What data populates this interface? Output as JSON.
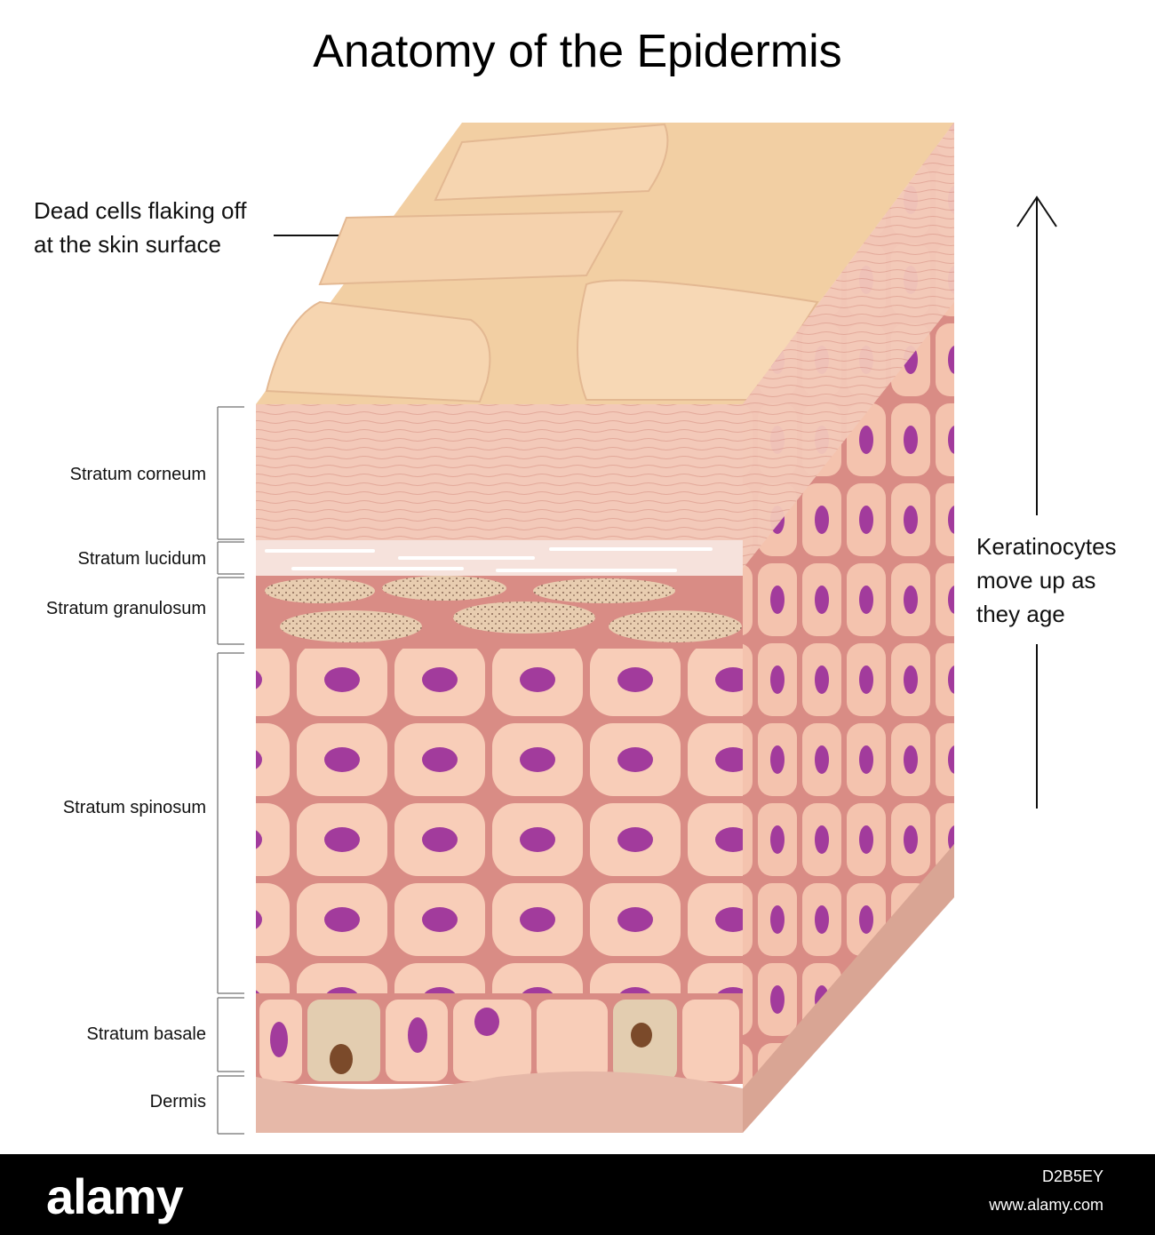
{
  "title": "Anatomy of the Epidermis",
  "callout": {
    "line1": "Dead cells flaking off",
    "line2": "at the skin surface"
  },
  "layers": [
    {
      "label": "Stratum corneum"
    },
    {
      "label": "Stratum lucidum"
    },
    {
      "label": "Stratum granulosum"
    },
    {
      "label": "Stratum spinosum"
    },
    {
      "label": "Stratum basale"
    },
    {
      "label": "Dermis"
    }
  ],
  "side_note": {
    "line1": "Keratinocytes",
    "line2": "move up as",
    "line3": "they age"
  },
  "footer": {
    "logo": "alamy",
    "image_code": "D2B5EY",
    "url": "www.alamy.com"
  },
  "colors": {
    "top_surface": "#f2cfa3",
    "corneum": "#f3c9b9",
    "cell_fill": "#f8cdb8",
    "cell_border": "#d98c85",
    "nucleus": "#a23b9c",
    "melanocyte": "#d9c4a8",
    "dermis": "#e6b8a8"
  }
}
